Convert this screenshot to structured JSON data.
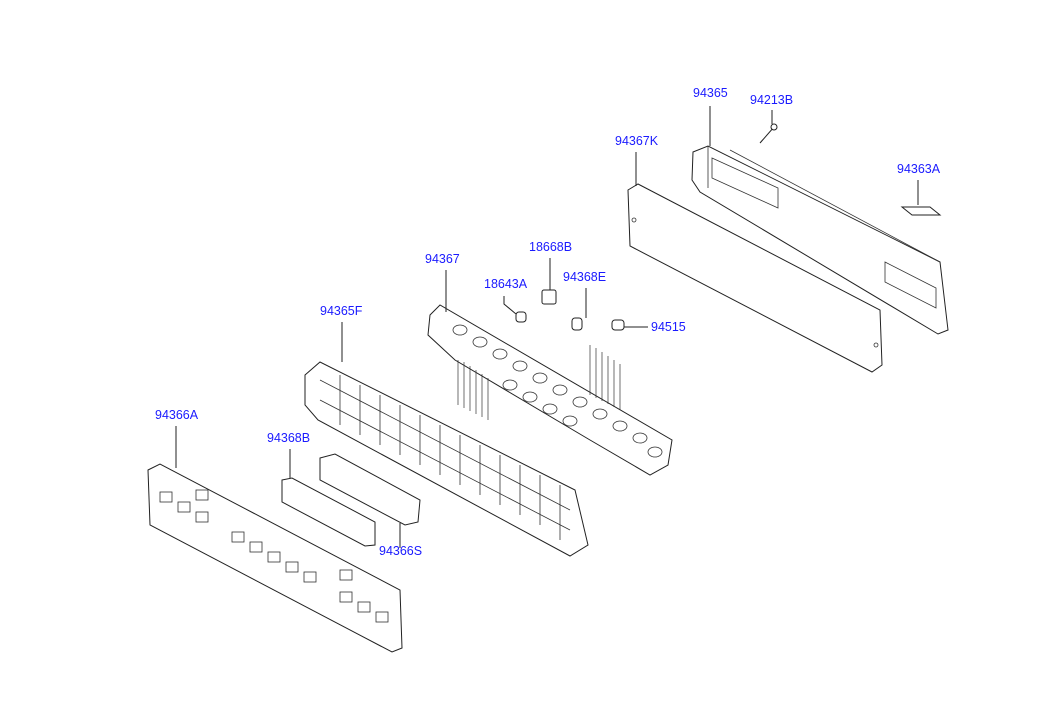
{
  "diagram": {
    "callouts": [
      {
        "id": "c1",
        "text": "94365"
      },
      {
        "id": "c2",
        "text": "94213B"
      },
      {
        "id": "c3",
        "text": "94367K"
      },
      {
        "id": "c4",
        "text": "94363A"
      },
      {
        "id": "c5",
        "text": "18668B"
      },
      {
        "id": "c6",
        "text": "94367"
      },
      {
        "id": "c7",
        "text": "18643A"
      },
      {
        "id": "c8",
        "text": "94368E"
      },
      {
        "id": "c9",
        "text": "94515"
      },
      {
        "id": "c10",
        "text": "94365F"
      },
      {
        "id": "c11",
        "text": "94366A"
      },
      {
        "id": "c12",
        "text": "94368B"
      },
      {
        "id": "c13",
        "text": "94366S"
      }
    ]
  }
}
